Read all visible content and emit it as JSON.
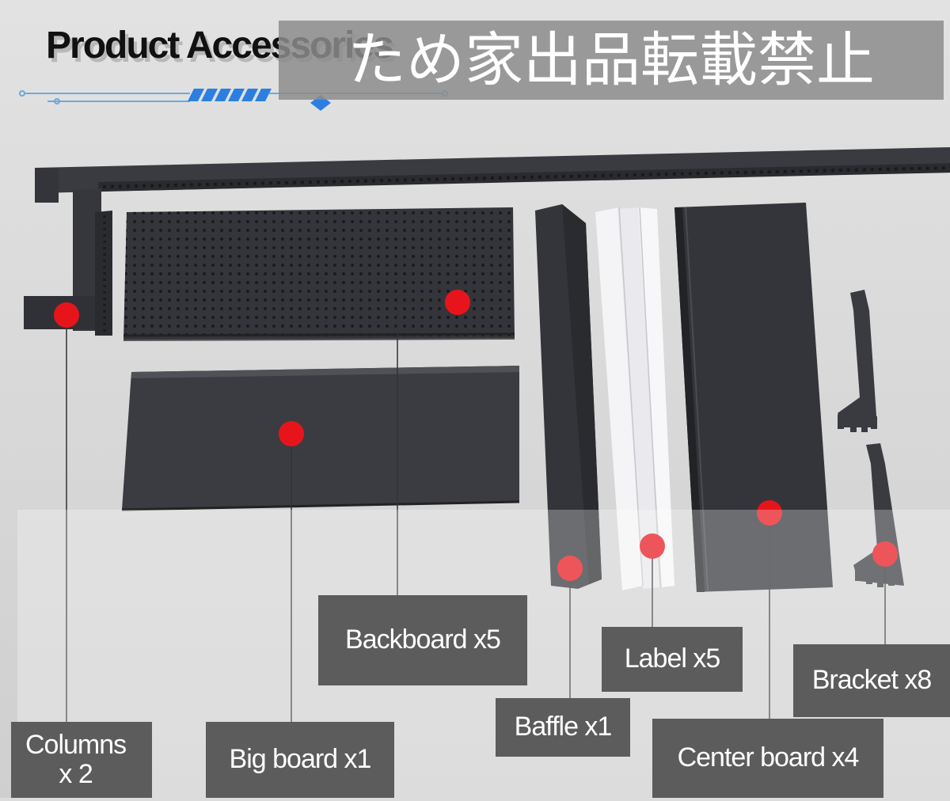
{
  "header": {
    "title": "Product Accessories",
    "watermark": "ため家出品転載禁止"
  },
  "callouts": [
    {
      "id": "backboard",
      "label": "Backboard x5"
    },
    {
      "id": "label",
      "label": "Label x5"
    },
    {
      "id": "bracket",
      "label": "Bracket x8"
    },
    {
      "id": "baffle",
      "label": "Baffle x1"
    },
    {
      "id": "columns",
      "label": "Columns\nx 2"
    },
    {
      "id": "bigboard",
      "label": "Big board x1"
    },
    {
      "id": "centerboard",
      "label": "Center board x4"
    }
  ],
  "colors": {
    "marker": "#e8141c",
    "part": "#34353a",
    "label_bg": "#5c5c5c",
    "background": "#dcdcdc"
  }
}
